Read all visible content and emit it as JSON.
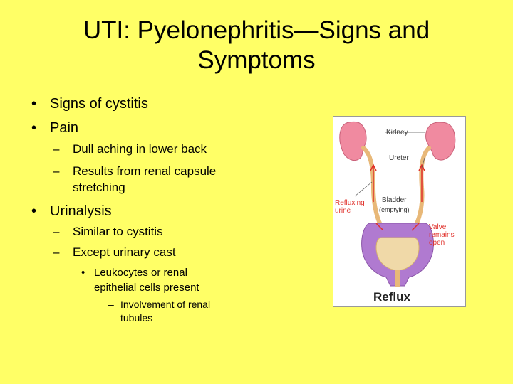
{
  "slide": {
    "title": "UTI:  Pyelonephritis—Signs and Symptoms",
    "bullets": {
      "b1": "Signs of cystitis",
      "b2": "Pain",
      "b2_1": "Dull aching in lower back",
      "b2_2a": "Results from renal capsule",
      "b2_2b": "stretching",
      "b3": "Urinalysis",
      "b3_1": "Similar to cystitis",
      "b3_2": "Except urinary cast",
      "b3_2_1a": "Leukocytes or renal",
      "b3_2_1b": "epithelial cells present",
      "b3_2_1_1a": "Involvement of renal",
      "b3_2_1_1b": "tubules"
    },
    "markers": {
      "dot": "•",
      "dash": "–"
    }
  },
  "figure": {
    "label_kidney": "Kidney",
    "label_ureter": "Ureter",
    "label_bladder": "Bladder",
    "label_emptying": "(emptying)",
    "label_refluxing_1": "Refluxing",
    "label_refluxing_2": "urine",
    "label_valve_1": "Valve",
    "label_valve_2": "remains",
    "label_valve_3": "open",
    "caption": "Reflux",
    "colors": {
      "kidney": "#f08aa0",
      "ureter": "#e8b878",
      "bladder": "#b07ad0",
      "arrow": "#e0302a"
    }
  }
}
